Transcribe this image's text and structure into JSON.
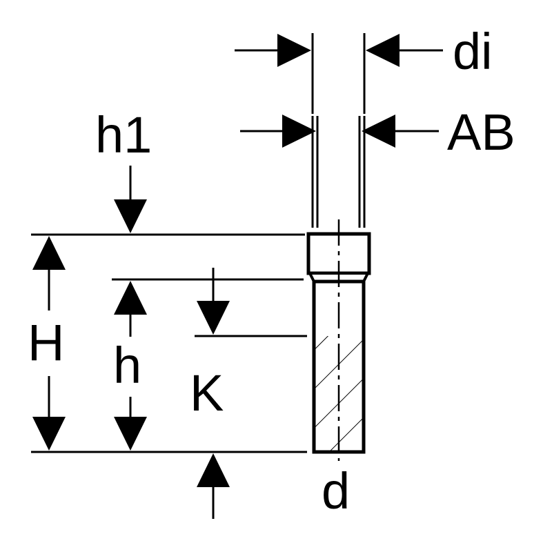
{
  "labels": {
    "di": "di",
    "AB": "AB",
    "h1": "h1",
    "H": "H",
    "h": "h",
    "K": "K",
    "d": "d"
  },
  "colors": {
    "ink": "#000000",
    "background": "#ffffff"
  }
}
